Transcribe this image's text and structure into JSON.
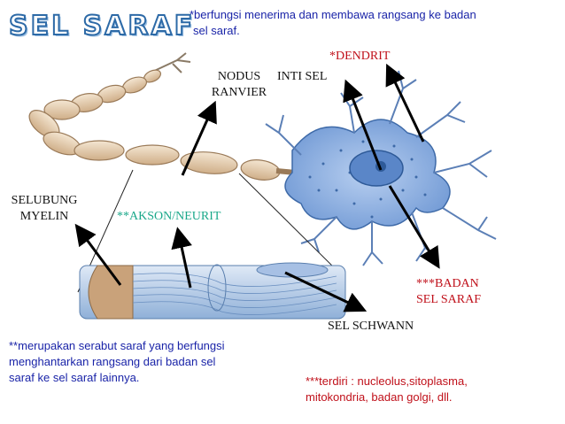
{
  "title": "SEL SARAF",
  "notes": {
    "dendrite_function_line1": "*berfungsi menerima dan membawa rangsang ke badan",
    "dendrite_function_line2": "sel saraf.",
    "axon_function_line1": "**merupakan serabut saraf yang berfungsi",
    "axon_function_line2": "menghantarkan rangsang dari badan sel",
    "axon_function_line3": "saraf ke sel saraf lainnya.",
    "cell_body_contents_line1": "***terdiri : nucleolus,sitoplasma,",
    "cell_body_contents_line2": "mitokondria, badan golgi, dll."
  },
  "labels": {
    "dendrit": "*DENDRIT",
    "nodus_line1": "NODUS",
    "nodus_line2": "RANVIER",
    "inti_sel": "INTI SEL",
    "selubung_line1": "SELUBUNG",
    "selubung_line2": "MYELIN",
    "akson": "**AKSON/NEURIT",
    "badan_line1": "***BADAN",
    "badan_line2": "SEL SARAF",
    "schwann": "SEL SCHWANN"
  },
  "colors": {
    "title_blue": "#2d6aa7",
    "note_blue": "#1a24a8",
    "label_red": "#c0101a",
    "label_teal": "#1aa88a",
    "cell_body": "#7fa8de",
    "myelin": "#e8d2b4"
  }
}
